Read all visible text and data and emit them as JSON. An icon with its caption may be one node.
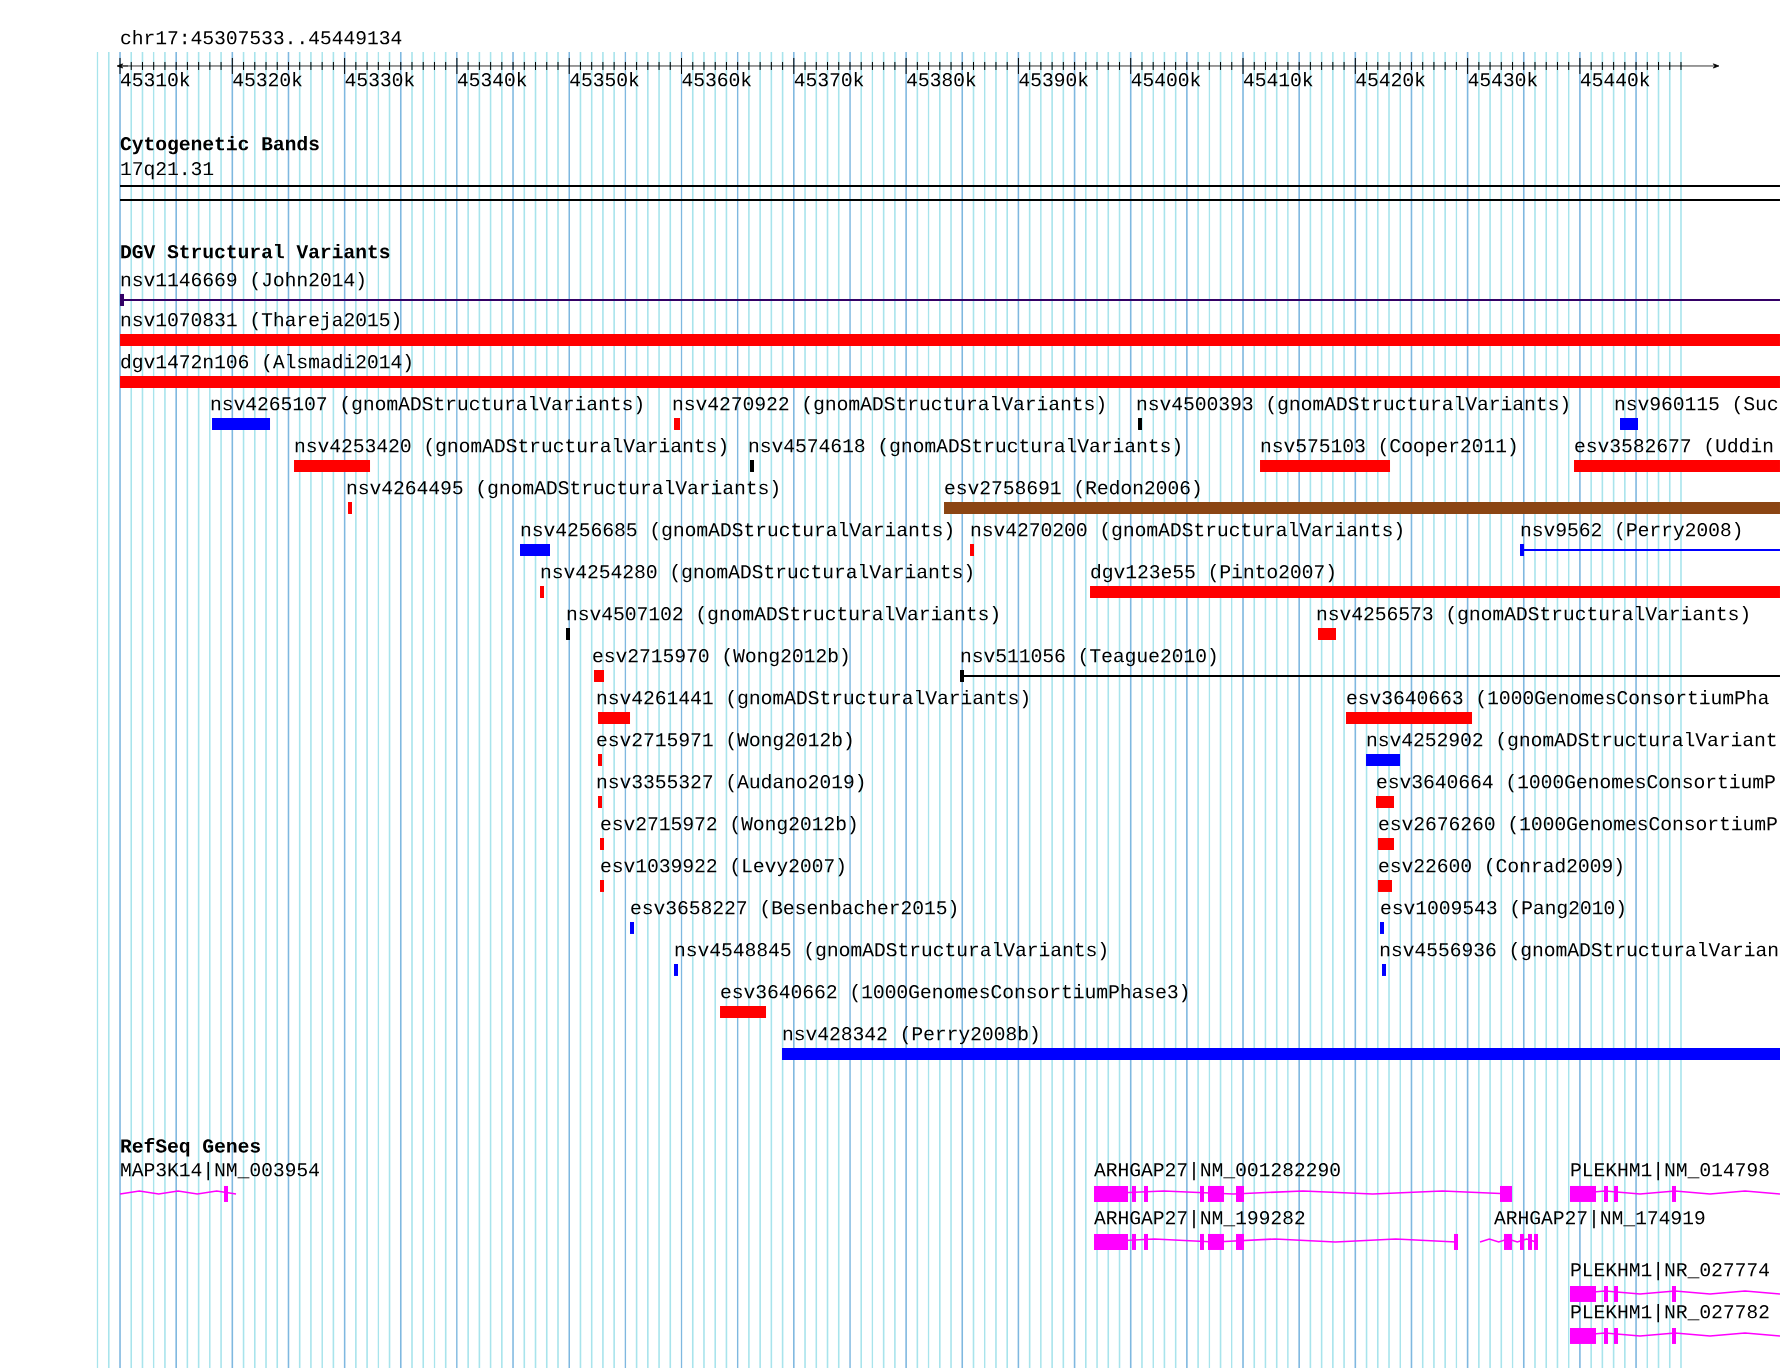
{
  "diagram": {
    "nodes": [
      {
        "text": [
          "17q21.31"
        ]
      },
      {
        "text": [
          "nsv1146669 (John2014)"
        ]
      },
      {
        "text": [
          "nsv1070831 (Thareja2015)"
        ]
      },
      {
        "text": [
          "dgv1472n106 (Alsmadi2014)"
        ]
      },
      {
        "text": [
          "nsv4265107 (gnomADStructuralVariants)"
        ]
      },
      {
        "text": [
          "nsv4270922 (gnomADStructuralVariants)"
        ]
      },
      {
        "text": [
          "nsv4500393 (gnomADStructuralVariants)"
        ]
      },
      {
        "text": [
          "nsv960115 (Suc"
        ]
      },
      {
        "text": [
          "nsv4253420 (gnomADStructuralVariants)"
        ]
      },
      {
        "text": [
          "nsv4574618 (gnomADStructuralVariants)"
        ]
      },
      {
        "text": [
          "nsv575103 (Cooper2011)"
        ]
      },
      {
        "text": [
          "esv3582677 (Uddin"
        ]
      },
      {
        "text": [
          "nsv4264495 (gnomADStructuralVariants)"
        ]
      },
      {
        "text": [
          "esv2758691 (Redon2006)"
        ]
      },
      {
        "text": [
          "nsv4256685 (gnomADStructuralVariants)"
        ]
      },
      {
        "text": [
          "nsv4270200 (gnomADStructuralVariants)"
        ]
      },
      {
        "text": [
          "nsv9562 (Perry2008)"
        ]
      },
      {
        "text": [
          "nsv4254280 (gnomADStructuralVariants)"
        ]
      },
      {
        "text": [
          "dgv123e55 (Pinto2007)"
        ]
      },
      {
        "text": [
          "nsv4507102 (gnomADStructuralVariants)"
        ]
      },
      {
        "text": [
          "nsv4256573 (gnomADStructuralVariants)"
        ]
      },
      {
        "text": [
          "esv2715970 (Wong2012b)"
        ]
      },
      {
        "text": [
          "nsv511056 (Teague2010)"
        ]
      },
      {
        "text": [
          "nsv4261441 (gnomADStructuralVariants)"
        ]
      },
      {
        "text": [
          "esv3640663 (1000GenomesConsortiumPha"
        ]
      },
      {
        "text": [
          "esv2715971 (Wong2012b)"
        ]
      },
      {
        "text": [
          "nsv4252902 (gnomADStructuralVariant"
        ]
      },
      {
        "text": [
          "nsv3355327 (Audano2019)"
        ]
      },
      {
        "text": [
          "esv3640664 (1000GenomesConsortiumP"
        ]
      },
      {
        "text": [
          "esv2715972 (Wong2012b)"
        ]
      },
      {
        "text": [
          "esv2676260 (1000GenomesConsortiumP"
        ]
      },
      {
        "text": [
          "esv1039922 (Levy2007)"
        ]
      },
      {
        "text": [
          "esv22600 (Conrad2009)"
        ]
      },
      {
        "text": [
          "esv3658227 (Besenbacher2015)"
        ]
      },
      {
        "text": [
          "esv1009543 (Pang2010)"
        ]
      },
      {
        "text": [
          "nsv4548845 (gnomADStructuralVariants)"
        ]
      },
      {
        "text": [
          "nsv4556936 (gnomADStructuralVarian"
        ]
      },
      {
        "text": [
          "esv3640662 (1000GenomesConsortiumPhase3)"
        ]
      },
      {
        "text": [
          "nsv428342 (Perry2008b)"
        ]
      },
      {
        "text": [
          "MAP3K14|NM_003954"
        ]
      },
      {
        "text": [
          "ARHGAP27|NM_001282290"
        ]
      },
      {
        "text": [
          "PLEKHM1|NM_014798"
        ]
      },
      {
        "text": [
          "ARHGAP27|NM_199282"
        ]
      },
      {
        "text": [
          "ARHGAP27|NM_174919"
        ]
      },
      {
        "text": [
          "PLEKHM1|NR_027774"
        ]
      },
      {
        "text": [
          "PLEKHM1|NR_027782"
        ]
      }
    ],
    "labels": [
      "chr17:45307533..45449134",
      "45310k",
      "45320k",
      "45330k",
      "45340k",
      "45350k",
      "45360k",
      "45370k",
      "45380k",
      "45390k",
      "45400k",
      "45410k",
      "45420k",
      "45430k",
      "45440k",
      "Cytogenetic Bands",
      "DGV Structural Variants",
      "RefSeq Genes"
    ]
  }
}
